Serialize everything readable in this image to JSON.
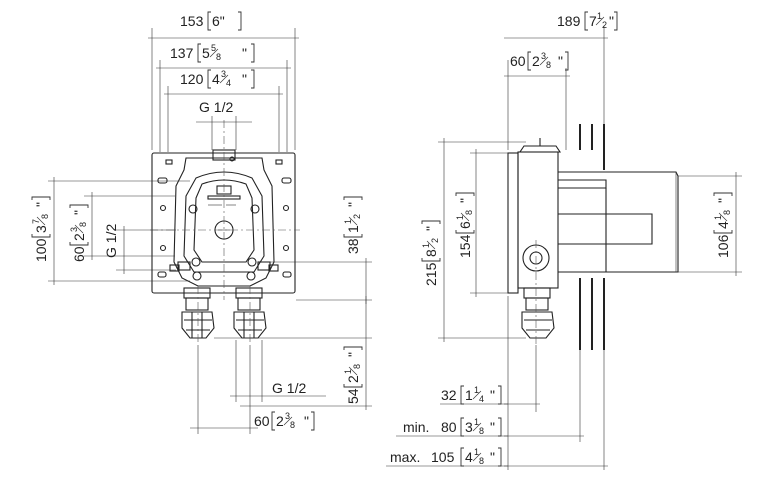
{
  "front_view": {
    "width_total": {
      "mm": "153",
      "in": "6\""
    },
    "width_mid": {
      "mm": "137",
      "in_whole": "5",
      "in_num": "5",
      "in_den": "8",
      "in_mark": "\""
    },
    "width_inner": {
      "mm": "120",
      "in_whole": "4",
      "in_num": "3",
      "in_den": "4",
      "in_mark": "\""
    },
    "thread_top": "G 1/2",
    "height_left": {
      "mm": "100",
      "in_whole": "3",
      "in_num": "7",
      "in_den": "8",
      "in_mark": "\""
    },
    "height_left2": {
      "mm": "60",
      "in_whole": "2",
      "in_num": "3",
      "in_den": "8",
      "in_mark": "\""
    },
    "thread_left": "G 1/2",
    "height_right": {
      "mm": "38",
      "in_whole": "1",
      "in_num": "1",
      "in_den": "2",
      "in_mark": "\""
    },
    "bottom_depth": {
      "mm": "54",
      "in_whole": "2",
      "in_num": "1",
      "in_den": "8",
      "in_mark": "\""
    },
    "thread_bottom": "G 1/2",
    "bottom_spacing": {
      "mm": "60",
      "in_whole": "2",
      "in_num": "3",
      "in_den": "8",
      "in_mark": "\""
    }
  },
  "side_view": {
    "depth_total": {
      "mm": "189",
      "in_whole": "7",
      "in_num": "1",
      "in_den": "2",
      "in_mark": "\""
    },
    "depth_top": {
      "mm": "60",
      "in_whole": "2",
      "in_num": "3",
      "in_den": "8",
      "in_mark": "\""
    },
    "height_total": {
      "mm": "215",
      "in_whole": "8",
      "in_num": "1",
      "in_den": "2",
      "in_mark": "\""
    },
    "height_body": {
      "mm": "154",
      "in_whole": "6",
      "in_num": "1",
      "in_den": "8",
      "in_mark": "\""
    },
    "height_cover": {
      "mm": "106",
      "in_whole": "4",
      "in_num": "1",
      "in_den": "8",
      "in_mark": "\""
    },
    "offset_front": {
      "mm": "32",
      "in_whole": "1",
      "in_num": "1",
      "in_den": "4",
      "in_mark": "\""
    },
    "min_depth": {
      "prefix": "min.",
      "mm": "80",
      "in_whole": "3",
      "in_num": "1",
      "in_den": "8",
      "in_mark": "\""
    },
    "max_depth": {
      "prefix": "max.",
      "mm": "105",
      "in_whole": "4",
      "in_num": "1",
      "in_den": "8",
      "in_mark": "\""
    }
  }
}
